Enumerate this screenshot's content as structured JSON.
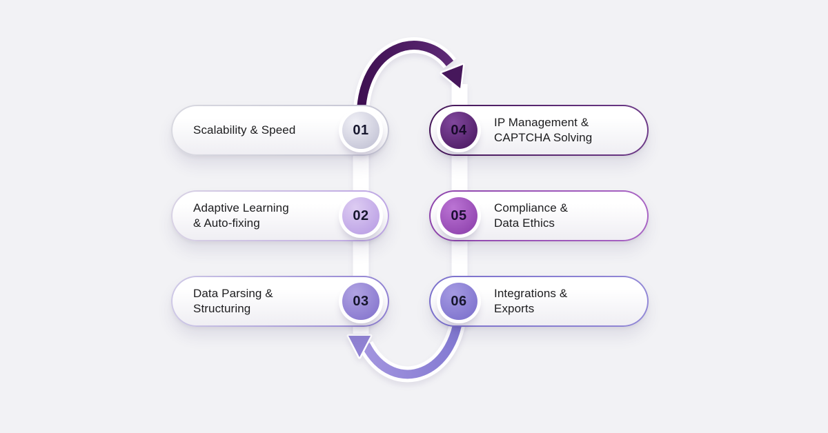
{
  "background": "#f2f2f5",
  "steps": [
    {
      "number": "01",
      "lines": [
        "Scalability & Speed"
      ],
      "colors": {
        "edge_from": "#d8d8e0",
        "edge_to": "#c6c6d4",
        "circle_light": "#f0f0f6",
        "circle_dark": "#c7c7d8",
        "number": "#17172e"
      }
    },
    {
      "number": "02",
      "lines": [
        "Adaptive Learning",
        "& Auto-fixing"
      ],
      "colors": {
        "edge_from": "#d8d2e4",
        "edge_to": "#bda5e4",
        "circle_light": "#ddccf2",
        "circle_dark": "#bea4e6",
        "number": "#17172e"
      }
    },
    {
      "number": "03",
      "lines": [
        "Data Parsing &",
        "Structuring"
      ],
      "colors": {
        "edge_from": "#cfc9e6",
        "edge_to": "#8f80d2",
        "circle_light": "#b0a3e2",
        "circle_dark": "#8a7ad0",
        "number": "#17172e"
      }
    },
    {
      "number": "04",
      "lines": [
        "IP Management &",
        "CAPTCHA Solving"
      ],
      "colors": {
        "edge_from": "#431457",
        "edge_to": "#6d3a88",
        "circle_light": "#80479c",
        "circle_dark": "#53206a",
        "number": "#190b2b"
      }
    },
    {
      "number": "05",
      "lines": [
        "Compliance &",
        "Data Ethics"
      ],
      "colors": {
        "edge_from": "#8e44ac",
        "edge_to": "#a864c4",
        "circle_light": "#bb74d4",
        "circle_dark": "#9347b1",
        "number": "#1c0f33"
      }
    },
    {
      "number": "06",
      "lines": [
        "Integrations &",
        "Exports"
      ],
      "colors": {
        "edge_from": "#7b70cc",
        "edge_to": "#9288d6",
        "circle_light": "#a59ae2",
        "circle_dark": "#8176cf",
        "number": "#17172e"
      }
    }
  ],
  "connectors": {
    "casing": "#ffffff",
    "top_arc": {
      "from": "#3f1052",
      "to": "#5d2a75"
    },
    "right_line": {
      "from": "#4a1560",
      "mid": "#8f3fae",
      "to": "#8277d0"
    },
    "left_line": {
      "from": "#dcdce6",
      "mid": "#bfa8e6",
      "to": "#9183d4"
    },
    "bottom_arc": {
      "from": "#a294de",
      "to": "#837ad2"
    },
    "top_arrow": "#46175b",
    "bottom_arrow": "#9183d4"
  }
}
